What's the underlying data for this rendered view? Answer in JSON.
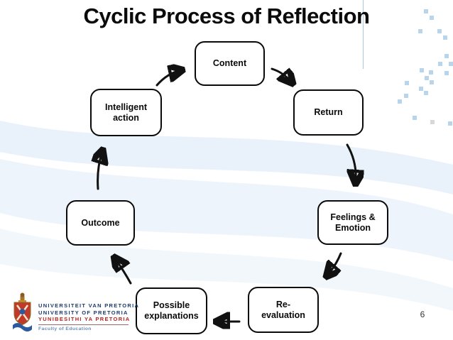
{
  "title": "Cyclic Process of Reflection",
  "page_number": "6",
  "diagram": {
    "nodes": [
      {
        "id": "content",
        "label": "Content",
        "lines": [
          "Content"
        ]
      },
      {
        "id": "return",
        "label": "Return",
        "lines": [
          "Return"
        ]
      },
      {
        "id": "feelings-emotion",
        "label": "Feelings & Emotion",
        "lines": [
          "Feelings &",
          "Emotion"
        ]
      },
      {
        "id": "re-evaluation",
        "label": "Re-evaluation",
        "lines": [
          "Re-",
          "evaluation"
        ]
      },
      {
        "id": "possible-explanations",
        "label": "Possible explanations",
        "lines": [
          "Possible",
          "explanations"
        ]
      },
      {
        "id": "outcome",
        "label": "Outcome",
        "lines": [
          "Outcome"
        ]
      },
      {
        "id": "intelligent-action",
        "label": "Intelligent action",
        "lines": [
          "Intelligent",
          "action"
        ]
      }
    ],
    "arrows": [
      {
        "from": "intelligent-action",
        "to": "content"
      },
      {
        "from": "content",
        "to": "return"
      },
      {
        "from": "return",
        "to": "feelings-emotion"
      },
      {
        "from": "feelings-emotion",
        "to": "re-evaluation"
      },
      {
        "from": "re-evaluation",
        "to": "possible-explanations"
      },
      {
        "from": "possible-explanations",
        "to": "outcome"
      },
      {
        "from": "outcome",
        "to": "intelligent-action"
      }
    ]
  },
  "footer": {
    "logo": {
      "line1": "UNIVERSITEIT VAN PRETORIA",
      "line2": "UNIVERSITY OF PRETORIA",
      "line3": "YUNIBESITHI YA PRETORIA",
      "faculty": "Faculty of Education"
    }
  },
  "colors": {
    "deco_square_blue": "#b9d5ec",
    "deco_square_gray": "#d8d8d8",
    "node_border": "#0a0a0a",
    "logo_navy": "#1d3a6d",
    "logo_red": "#b5231c",
    "faculty_blue": "#6b8cba"
  }
}
